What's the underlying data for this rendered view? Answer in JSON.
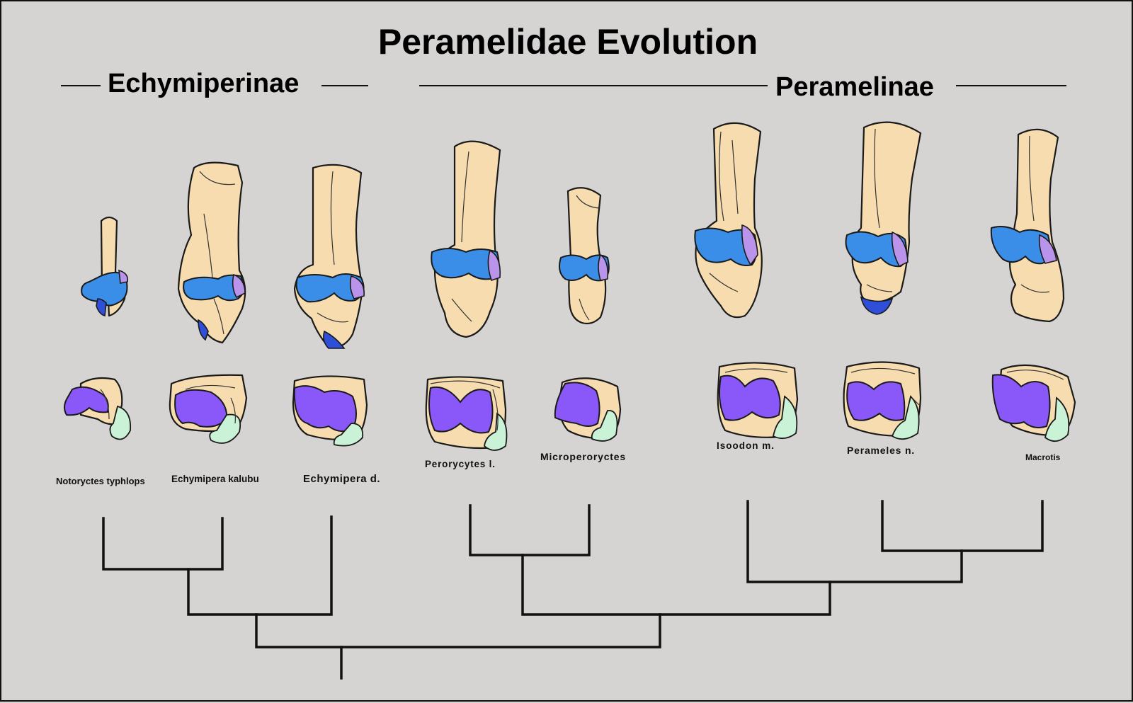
{
  "title": "Peramelidae Evolution",
  "subfamilies": {
    "left": "Echymiperinae",
    "right": "Peramelinae"
  },
  "taxa": [
    "Notoryctes typhlops",
    "Echymipera kalubu",
    "Echymipera d.",
    "Perorycytes l.",
    "Microperoryctes",
    "Isoodon m.",
    "Perameles n.",
    "Macrotis"
  ],
  "colors": {
    "background": "#d6d3d3",
    "bone": "#f6dcae",
    "articular_blue": "#3a8ee8",
    "articular_purple": "#8a58f8",
    "facet_lavender": "#b994ea",
    "facet_navy": "#2f4fd8",
    "facet_mint": "#c9f2d6"
  }
}
